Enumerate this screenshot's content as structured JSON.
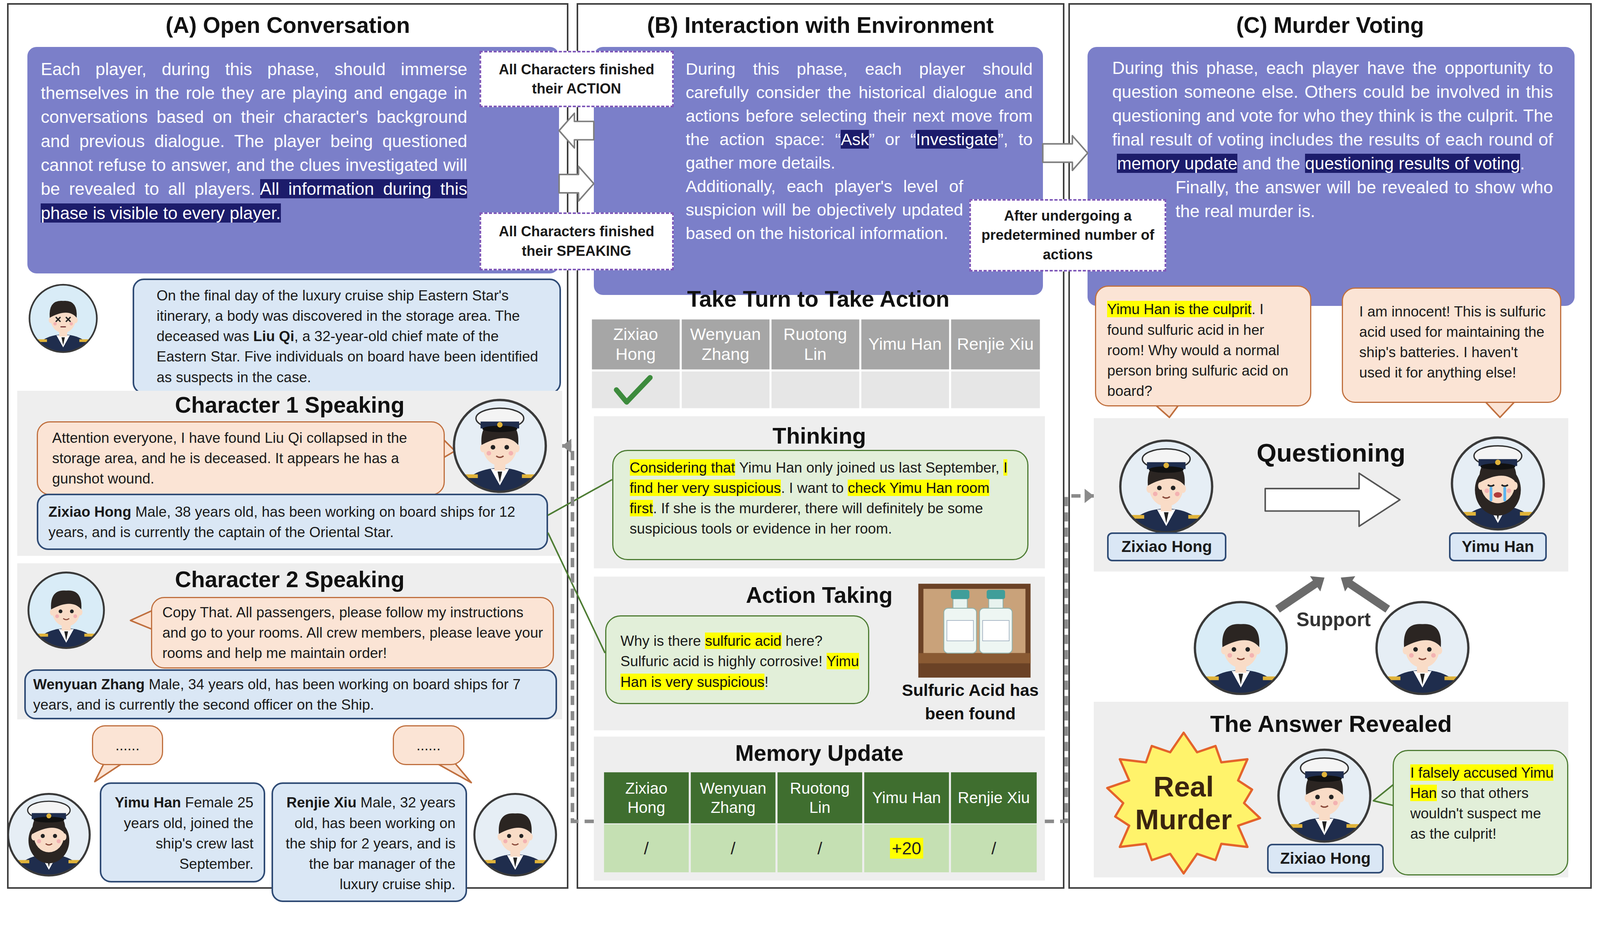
{
  "diagram": {
    "nodes": [
      {
        "text": [
          "(A) Open Conversation"
        ]
      },
      {
        "text": [
          "Each player, during this phase, should immerse themselves in the role they are playing and engage in conversations based on their character's background and previous dialogue. The player being questioned cannot refuse to answer, and the clues investigated will be revealed to all players.",
          "All information during this phase is visible to every player."
        ],
        "in": 0
      },
      {
        "text": [
          "On the final day of the luxury cruise ship Eastern Star's itinerary, a body was discovered in the storage area. The deceased was",
          "Liu Qi",
          ", a 32-year-old chief mate of the Eastern Star. Five individuals on board have been identified as suspects in the case."
        ],
        "in": 0
      },
      {
        "text": [
          "Character 1 Speaking"
        ],
        "in": 0
      },
      {
        "text": [
          "Attention everyone, I have found Liu Qi collapsed in the storage area, and he is deceased. It appears he has a gunshot wound."
        ],
        "in": 3
      },
      {
        "text": [
          "Zixiao Hong",
          "Male, 38 years old, has been working on board ships for 12 years, and is currently the captain of the Oriental Star."
        ],
        "in": 3
      },
      {
        "text": [
          "Character 2 Speaking"
        ],
        "in": 0
      },
      {
        "text": [
          "Copy That. All passengers, please follow my instructions and go to your rooms. All crew members, please leave your rooms and help me maintain order!"
        ],
        "in": 6
      },
      {
        "text": [
          "Wenyuan Zhang",
          "Male, 34 years old, has been working on board ships for 7 years, and is currently the second officer on the Ship."
        ],
        "in": 6
      },
      {
        "text": [
          "......"
        ],
        "in": 0
      },
      {
        "text": [
          "......"
        ],
        "in": 0
      },
      {
        "text": [
          "Yimu Han",
          "Female 25 years old, joined the ship's crew last September."
        ],
        "in": 0
      },
      {
        "text": [
          "Renjie Xiu",
          "Male, 32 years old, has been working on the ship for 2 years, and is the bar manager of the luxury cruise ship."
        ],
        "in": 0
      },
      {
        "text": [
          "(B) Interaction with Environment"
        ]
      },
      {
        "text": [
          "During this phase, each player should carefully consider the historical dialogue and actions before selecting their next move from the action space: “",
          "Ask",
          "” or “",
          "Investigate",
          "”, to gather more details.",
          "Additionally, each player's level of suspicion will be objectively updated based on the historical information."
        ],
        "in": 13
      },
      {
        "text": [
          "Thinking"
        ],
        "in": 13
      },
      {
        "text": [
          "Considering that",
          "Yimu Han only joined us last September,",
          "I find her very suspicious",
          ". I want to",
          "check Yimu Han room first",
          ". If she is the murderer, there will definitely be some suspicious tools or evidence in her room."
        ],
        "in": 15
      },
      {
        "text": [
          "Action Taking"
        ],
        "in": 13
      },
      {
        "text": [
          "Why is there",
          "sulfuric acid",
          "here? Sulfuric acid is highly corrosive!",
          "Yimu Han is very suspicious",
          "!"
        ],
        "in": 17
      },
      {
        "text": [
          "Memory Update"
        ],
        "in": 13
      },
      {
        "text": [
          "(C) Murder Voting"
        ]
      },
      {
        "text": [
          "During this phase, each player have the opportunity to question someone else. Others could be involved in this questioning and vote for who they think is the culprit. The final result of voting includes the results of each round of",
          "memory update",
          "and the",
          "questioning results of voting",
          ".",
          "Finally, the answer will be revealed to show who the real murder is."
        ],
        "in": 20
      },
      {
        "text": [
          "Yimu Han is the culprit",
          ". I found sulfuric acid in her room! Why would a normal person bring sulfuric acid on board?"
        ],
        "in": 20
      },
      {
        "text": [
          "I am innocent! This is sulfuric acid used for maintaining the ship's batteries. I haven't used it for anything else!"
        ],
        "in": 20
      },
      {
        "text": [
          "Questioning"
        ],
        "in": 20
      },
      {
        "text": [
          "Zixiao Hong"
        ],
        "in": 24
      },
      {
        "text": [
          "Yimu Han"
        ],
        "in": 24
      },
      {
        "text": [
          "The Answer Revealed"
        ],
        "in": 20
      },
      {
        "text": [
          "Real Murder"
        ],
        "in": 27
      },
      {
        "text": [
          "Zixiao Hong"
        ],
        "in": 27
      },
      {
        "text": [
          "I falsely accused Yimu Han",
          "so that others wouldn't suspect me as the culprit!"
        ],
        "in": 27
      },
      {
        "text": [
          "All Characters finished their ACTION"
        ]
      },
      {
        "text": [
          "All Characters finished their SPEAKING"
        ]
      },
      {
        "text": [
          "After undergoing a predetermined number of actions"
        ]
      }
    ],
    "edges": [
      {
        "from": 14,
        "to": 1,
        "arrow": "to"
      },
      {
        "from": 1,
        "to": 14,
        "arrow": "to"
      },
      {
        "from": 14,
        "to": 21,
        "arrow": "to"
      },
      {
        "from": 5,
        "to": 16,
        "arrow": "none"
      },
      {
        "from": 5,
        "to": 18,
        "arrow": "none"
      },
      {
        "from": 19,
        "to": 3,
        "arrow": "to"
      },
      {
        "from": 19,
        "to": 24,
        "arrow": "to"
      }
    ],
    "labels": [
      "Take Turn to Take Action",
      "Zixiao Hong",
      "Wenyuan Zhang",
      "Ruotong Lin",
      "Yimu Han",
      "Renjie Xiu",
      "Sulfuric Acid has been found",
      "Zixiao Hong",
      "Wenyuan Zhang",
      "Ruotong Lin",
      "Yimu Han",
      "Renjie Xiu",
      "/",
      "/",
      "/",
      "+20",
      "/",
      "Support"
    ]
  }
}
